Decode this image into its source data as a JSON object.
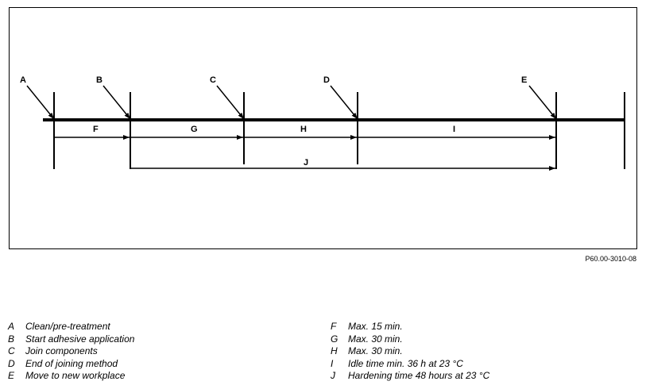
{
  "figure_reference": "P60.00-3010-08",
  "markers": [
    {
      "letter": "A"
    },
    {
      "letter": "B"
    },
    {
      "letter": "C"
    },
    {
      "letter": "D"
    },
    {
      "letter": "E"
    }
  ],
  "intervals": [
    {
      "letter": "F"
    },
    {
      "letter": "G"
    },
    {
      "letter": "H"
    },
    {
      "letter": "I"
    },
    {
      "letter": "J"
    }
  ],
  "legend_left": [
    {
      "key": "A",
      "text": "Clean/pre-treatment"
    },
    {
      "key": "B",
      "text": "Start adhesive application"
    },
    {
      "key": "C",
      "text": "Join components"
    },
    {
      "key": "D",
      "text": "End of joining method"
    },
    {
      "key": "E",
      "text": "Move to new workplace"
    }
  ],
  "legend_right": [
    {
      "key": "F",
      "text": "Max. 15 min."
    },
    {
      "key": "G",
      "text": "Max. 30 min."
    },
    {
      "key": "H",
      "text": "Max. 30 min."
    },
    {
      "key": "I",
      "text": "Idle time min. 36 h at 23 °C"
    },
    {
      "key": "J",
      "text": "Hardening time 48 hours at 23 °C"
    }
  ]
}
